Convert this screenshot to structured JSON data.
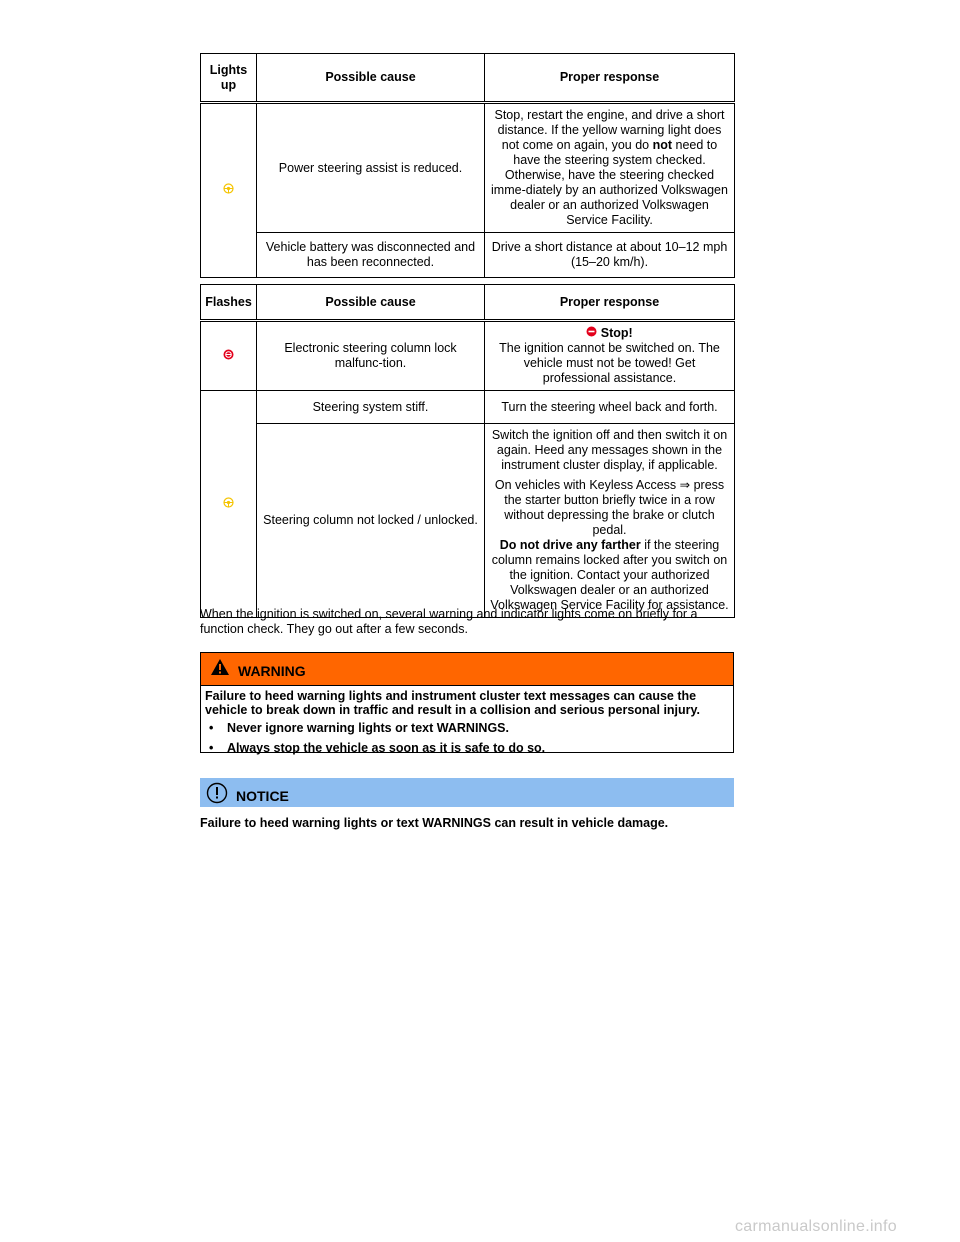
{
  "table_lights": {
    "headers": [
      "Lights up",
      "Possible cause",
      "Proper response"
    ],
    "rows": [
      {
        "cause": "Power steering assist is reduced.",
        "response_parts": [
          "Stop, restart the engine, and drive a short distance. If the yellow warning light does not come on again, you do ",
          "not",
          " need to have the steering system checked. Otherwise, have the steering checked imme-diately by an authorized Volkswagen dealer or an authorized Volkswagen Service Facility."
        ]
      },
      {
        "cause": "Vehicle battery was disconnected and has been reconnected.",
        "response": "Drive a short distance at about 10–12 mph (15–20 km/h)."
      }
    ]
  },
  "table_flashes": {
    "headers": [
      "Flashes",
      "Possible cause",
      "Proper response"
    ],
    "rows": [
      {
        "cause": "Electronic steering column lock malfunc-tion.",
        "response_title": "Stop!",
        "response": "The ignition cannot be switched on. The vehicle must not be towed! Get professional assistance."
      },
      {
        "cause": "Steering system stiff.",
        "response": "Turn the steering wheel back and forth."
      },
      {
        "cause": "Steering column not locked / unlocked.",
        "response_p1": "Switch the ignition off and then switch it on again. Heed any messages shown in the instrument cluster display, if applicable.",
        "response_p2": "On vehicles with Keyless Access ⇒ press the starter button briefly twice in a row without depressing the brake or clutch pedal.",
        "response_p3_bold": "Do not drive any farther",
        "response_p3": " if the steering column remains locked after you switch on the ignition. Contact your authorized Volkswagen dealer or an authorized Volkswagen Service Facility for assistance."
      }
    ]
  },
  "info_paragraph": "When the ignition is switched on, several warning and indicator lights come on briefly for a function check. They go out after a few seconds.",
  "warning": {
    "title": "WARNING",
    "text": "Failure to heed warning lights and instrument cluster text messages can cause the vehicle to break down in traffic and result in a collision and serious personal injury.",
    "bullets": [
      "Never ignore warning lights or text WARNINGS.",
      "Always stop the vehicle as soon as it is safe to do so."
    ]
  },
  "notice": {
    "title": "NOTICE",
    "text": "Failure to heed warning lights or text WARNINGS can result in vehicle damage."
  },
  "watermark": "carmanualsonline.info",
  "colors": {
    "warning_header": "#ff6600",
    "notice_header": "#8dbdf0",
    "steering_yellow": "#f5c400",
    "steering_red": "#e3001b"
  },
  "icons": {
    "yellow_light": "steering-warning-yellow-icon",
    "red_light": "steering-warning-red-icon",
    "stop": "stop-icon",
    "warning": "warning-triangle-icon",
    "notice": "notice-circle-icon"
  }
}
